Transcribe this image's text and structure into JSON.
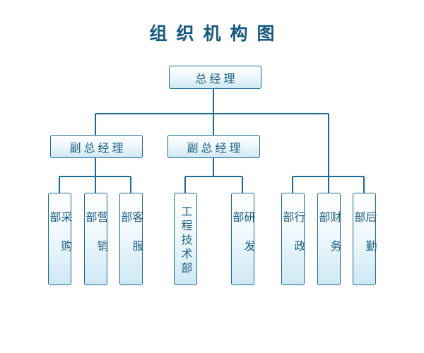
{
  "title": "组织机构图",
  "nodes": {
    "general_manager": "总经理",
    "deputy_gm_1": "副总经理",
    "deputy_gm_2": "副总经理",
    "purchasing": "采购部",
    "marketing": "营销部",
    "customer_service": "客服部",
    "engineering": "工程技术部",
    "rnd": "研发部",
    "admin": "行政部",
    "finance": "财务部",
    "logistics": "后勤部"
  },
  "colors": {
    "line": "#1d6a92",
    "title": "#16597e",
    "text": "#1c5d80"
  }
}
